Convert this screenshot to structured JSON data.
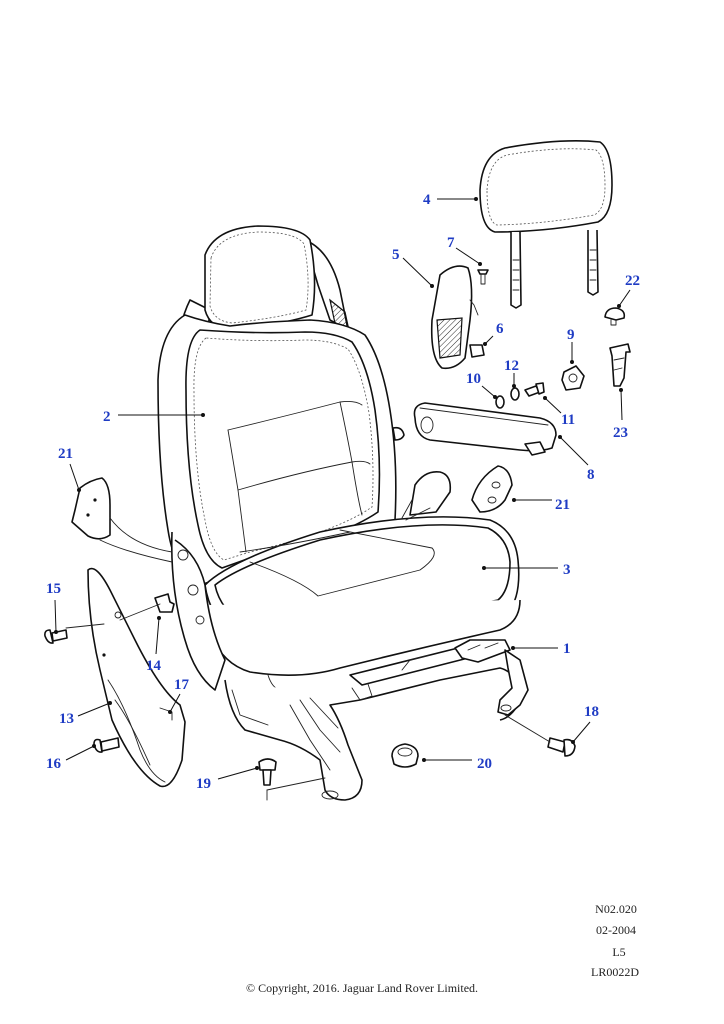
{
  "diagram": {
    "callouts": [
      {
        "id": "c1",
        "label": "1"
      },
      {
        "id": "c2",
        "label": "2"
      },
      {
        "id": "c3",
        "label": "3"
      },
      {
        "id": "c4",
        "label": "4"
      },
      {
        "id": "c5",
        "label": "5"
      },
      {
        "id": "c6",
        "label": "6"
      },
      {
        "id": "c7",
        "label": "7"
      },
      {
        "id": "c8",
        "label": "8"
      },
      {
        "id": "c9",
        "label": "9"
      },
      {
        "id": "c10",
        "label": "10"
      },
      {
        "id": "c11",
        "label": "11"
      },
      {
        "id": "c12",
        "label": "12"
      },
      {
        "id": "c13",
        "label": "13"
      },
      {
        "id": "c14",
        "label": "14"
      },
      {
        "id": "c15",
        "label": "15"
      },
      {
        "id": "c16",
        "label": "16"
      },
      {
        "id": "c17",
        "label": "17"
      },
      {
        "id": "c18",
        "label": "18"
      },
      {
        "id": "c19",
        "label": "19"
      },
      {
        "id": "c20",
        "label": "20"
      },
      {
        "id": "c21a",
        "label": "21"
      },
      {
        "id": "c21b",
        "label": "21"
      },
      {
        "id": "c22",
        "label": "22"
      },
      {
        "id": "c23",
        "label": "23"
      }
    ],
    "callout_color": "#1f3cc4"
  },
  "reference": {
    "code": "N02.020",
    "date": "02-2004",
    "level": "L5",
    "drawing_id": "LR0022D"
  },
  "footer": {
    "copyright": "© Copyright, 2016. Jaguar Land Rover Limited."
  }
}
